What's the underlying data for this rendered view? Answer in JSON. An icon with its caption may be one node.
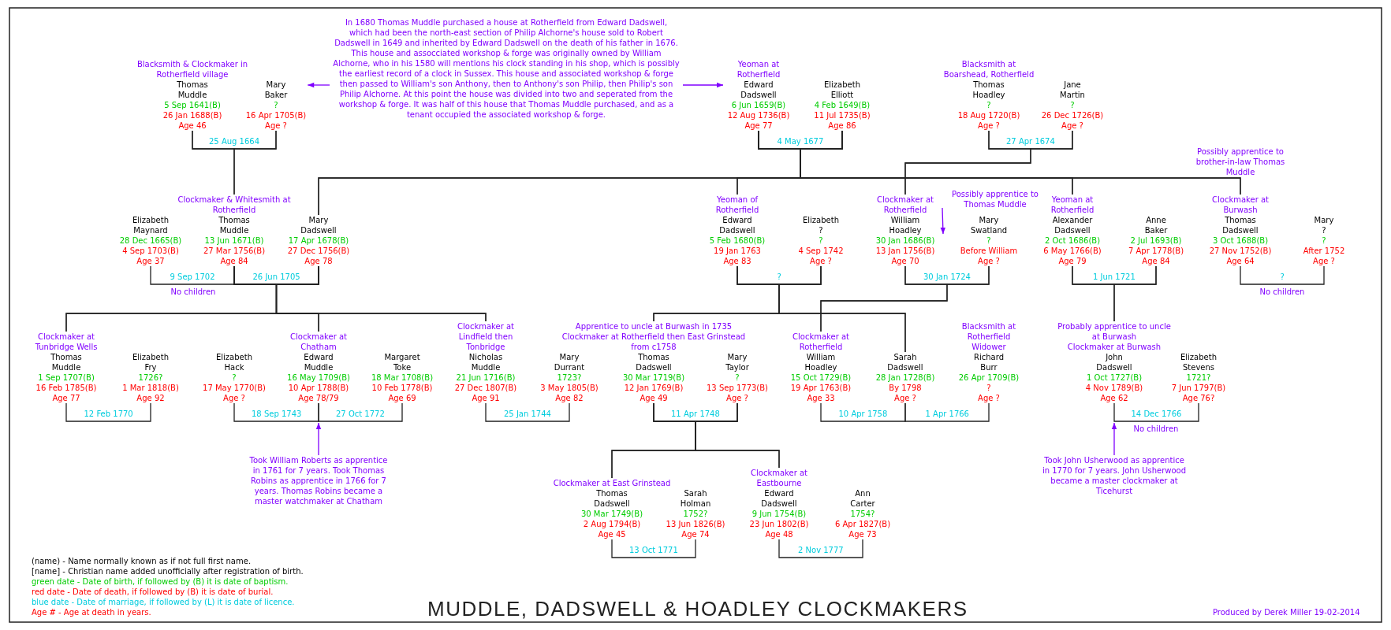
{
  "diagram": {
    "title": "MUDDLE, DADSWELL & HOADLEY CLOCKMAKERS",
    "nodes": [
      {
        "text": [
          "Blacksmith & Clockmaker in Rotherfield village",
          "Thomas Muddle",
          "5 Sep 1641(B)",
          "26 Jan 1688(B)",
          "Age 46"
        ]
      },
      {
        "text": [
          "Mary Baker",
          "?",
          "16 Apr 1705(B)",
          "Age ?"
        ]
      },
      {
        "text": [
          "In 1680 Thomas Muddle purchased a house at Rotherfield from Edward Dadswell, which had been the north-east section of Philip Alchorne's house sold to Robert Dadswell in 1649 and inherited by Edward Dadswell on the death of his father in 1676. This house and assocciated workshop & forge was originally owned by William Alchorne, who in his 1580 will mentions his clock standing in his shop, which is possibly the earliest record of a clock in Sussex. This house and associated workshop & forge then passed to William's son Anthony, then to Anthony's son Philip, then Philip's son Philip Alchorne. At this point the house was divided into two and seperated from the workshop & forge. It was half of this house that Thomas Muddle purchased, and as a tenant occupied the associated workshop & forge."
        ]
      },
      {
        "text": [
          "Yeoman at Rotherfield",
          "Edward Dadswell",
          "6 Jun 1659(B)",
          "12 Aug 1736(B)",
          "Age 77"
        ]
      },
      {
        "text": [
          "Elizabeth Elliott",
          "4 Feb 1649(B)",
          "11 Jul 1735(B)",
          "Age 86"
        ]
      },
      {
        "text": [
          "Blacksmith at Boarshead, Rotherfield",
          "Thomas Hoadley",
          "?",
          "18 Aug 1720(B)",
          "Age ?"
        ]
      },
      {
        "text": [
          "Jane Martin",
          "?",
          "26 Dec 1726(B)",
          "Age ?"
        ]
      },
      {
        "text": [
          "Elizabeth Maynard",
          "28 Dec 1665(B)",
          "4 Sep 1703(B)",
          "Age 37"
        ]
      },
      {
        "text": [
          "Clockmaker & Whitesmith at Rotherfield",
          "Thomas Muddle",
          "13 Jun 1671(B)",
          "27 Mar 1756(B)",
          "Age 84"
        ]
      },
      {
        "text": [
          "Mary Dadswell",
          "17 Apr 1678(B)",
          "27 Dec 1756(B)",
          "Age 78"
        ]
      },
      {
        "text": [
          "Yeoman of Rotherfield",
          "Edward Dadswell",
          "5 Feb 1680(B)",
          "19 Jan 1763",
          "Age 83"
        ]
      },
      {
        "text": [
          "Elizabeth ?",
          "?",
          "4 Sep 1742",
          "Age ?"
        ]
      },
      {
        "text": [
          "Possibly apprentice to Thomas Muddle"
        ]
      },
      {
        "text": [
          "Clockmaker at Rotherfield",
          "William Hoadley",
          "30 Jan 1686(B)",
          "13 Jan 1756(B)",
          "Age 70"
        ]
      },
      {
        "text": [
          "Mary Swatland",
          "?",
          "Before William",
          "Age ?"
        ]
      },
      {
        "text": [
          "Yeoman at Rotherfield",
          "Alexander Dadswell",
          "2 Oct 1686(B)",
          "6 May 1766(B)",
          "Age 79"
        ]
      },
      {
        "text": [
          "Anne Baker",
          "2 Jul 1693(B)",
          "7 Apr 1778(B)",
          "Age 84"
        ]
      },
      {
        "text": [
          "Clockmaker at Burwash",
          "Thomas Dadswell",
          "3 Oct 1688(B)",
          "27 Nov 1752(B)",
          "Age 64"
        ],
        "beside": [
          "Possibly apprentice to brother-in-law Thomas Muddle"
        ]
      },
      {
        "text": [
          "Mary ?",
          "?",
          "After 1752",
          "Age ?"
        ]
      },
      {
        "text": [
          "Clockmaker at Tunbridge Wells",
          "Thomas Muddle",
          "1 Sep 1707(B)",
          "16 Feb 1785(B)",
          "Age 77"
        ]
      },
      {
        "text": [
          "Elizabeth Fry",
          "1726?",
          "1 Mar 1818(B)",
          "Age 92"
        ]
      },
      {
        "text": [
          "Elizabeth Hack",
          "?",
          "17 May 1770(B)",
          "Age ?"
        ]
      },
      {
        "text": [
          "Clockmaker at Chatham",
          "Edward Muddle",
          "16 May 1709(B)",
          "10 Apr 1788(B)",
          "Age 78/79"
        ]
      },
      {
        "text": [
          "Margaret Toke",
          "18 Mar 1708(B)",
          "10 Feb 1778(B)",
          "Age 69"
        ]
      },
      {
        "text": [
          "Clockmaker at Lindfield then Tonbridge",
          "Nicholas Muddle",
          "21 Jun 1716(B)",
          "27 Dec 1807(B)",
          "Age 91"
        ]
      },
      {
        "text": [
          "Mary Durrant",
          "1723?",
          "3 May 1805(B)",
          "Age 82"
        ]
      },
      {
        "text": [
          "Apprentice to uncle at Burwash in 1735 Clockmaker at Rotherfield then East Grinstead from c1758",
          "Thomas Dadswell",
          "30 Mar 1719(B)",
          "12 Jan 1769(B)",
          "Age 49"
        ]
      },
      {
        "text": [
          "Mary Taylor",
          "?",
          "13 Sep 1773(B)",
          "Age ?"
        ]
      },
      {
        "text": [
          "Clockmaker at Rotherfield",
          "William Hoadley",
          "15 Oct 1729(B)",
          "19 Apr 1763(B)",
          "Age 33"
        ]
      },
      {
        "text": [
          "Sarah Dadswell",
          "28 Jan 1728(B)",
          "By 1798",
          "Age ?"
        ]
      },
      {
        "text": [
          "Blacksmith at Rotherfield Widower",
          "Richard Burr",
          "26 Apr 1709(B)",
          "?",
          "Age ?"
        ]
      },
      {
        "text": [
          "Probably apprentice to uncle at Burwash",
          "Clockmaker at Burwash",
          "John Dadswell",
          "1 Oct 1727(B)",
          "4 Nov 1789(B)",
          "Age 62"
        ]
      },
      {
        "text": [
          "Elizabeth Stevens",
          "1721?",
          "7 Jun 1797(B)",
          "Age 76?"
        ]
      },
      {
        "text": [
          "Took William Roberts as apprentice in 1761 for 7 years. Took Thomas Robins as apprentice in 1766 for 7 years. Thomas Robins became a master watchmaker at Chatham"
        ]
      },
      {
        "text": [
          "Took John Usherwood as apprentice in 1770 for 7 years. John Usherwood became a master clockmaker at Ticehurst"
        ]
      },
      {
        "text": [
          "Clockmaker at East Grinstead",
          "Thomas Dadswell",
          "30 Mar 1749(B)",
          "2 Aug 1794(B)",
          "Age 45"
        ]
      },
      {
        "text": [
          "Sarah Holman",
          "1752?",
          "13 Jun 1826(B)",
          "Age 74"
        ]
      },
      {
        "text": [
          "Clockmaker at Eastbourne",
          "Edward Dadswell",
          "9 Jun 1754(B)",
          "23 Jun 1802(B)",
          "Age 48"
        ]
      },
      {
        "text": [
          "Ann Carter",
          "1754?",
          "6 Apr 1827(B)",
          "Age 73"
        ]
      }
    ],
    "edges": [
      {
        "from": 0,
        "to": 1,
        "arrow": "none",
        "label": "25 Aug 1664"
      },
      {
        "from": 3,
        "to": 4,
        "arrow": "none",
        "label": "4 May 1677"
      },
      {
        "from": 5,
        "to": 6,
        "arrow": "none",
        "label": "27 Apr 1674"
      },
      {
        "from": 7,
        "to": 8,
        "arrow": "none",
        "label": "9 Sep 1702"
      },
      {
        "from": 8,
        "to": 9,
        "arrow": "none",
        "label": "26 Jun 1705"
      },
      {
        "from": 10,
        "to": 11,
        "arrow": "none",
        "label": "?"
      },
      {
        "from": 13,
        "to": 14,
        "arrow": "none",
        "label": "30 Jan 1724"
      },
      {
        "from": 15,
        "to": 16,
        "arrow": "none",
        "label": "1 Jun 1721"
      },
      {
        "from": 17,
        "to": 18,
        "arrow": "none",
        "label": "?"
      },
      {
        "from": 19,
        "to": 20,
        "arrow": "none",
        "label": "12 Feb 1770"
      },
      {
        "from": 21,
        "to": 22,
        "arrow": "none",
        "label": "18 Sep 1743"
      },
      {
        "from": 22,
        "to": 23,
        "arrow": "none",
        "label": "27 Oct 1772"
      },
      {
        "from": 24,
        "to": 25,
        "arrow": "none",
        "label": "25 Jan 1744"
      },
      {
        "from": 26,
        "to": 27,
        "arrow": "none",
        "label": "11 Apr 1748"
      },
      {
        "from": 28,
        "to": 29,
        "arrow": "none",
        "label": "10 Apr 1758"
      },
      {
        "from": 29,
        "to": 30,
        "arrow": "none",
        "label": "1 Apr 1766"
      },
      {
        "from": 31,
        "to": 32,
        "arrow": "none",
        "label": "14 Dec 1766"
      },
      {
        "from": 35,
        "to": 36,
        "arrow": "none",
        "label": "13 Oct 1771"
      },
      {
        "from": 37,
        "to": 38,
        "arrow": "none",
        "label": "2 Nov 1777"
      },
      {
        "from": 0,
        "to": 8,
        "arrow": "none"
      },
      {
        "from": 1,
        "to": 8,
        "arrow": "none"
      },
      {
        "from": 3,
        "to": 9,
        "arrow": "none"
      },
      {
        "from": 3,
        "to": 10,
        "arrow": "none"
      },
      {
        "from": 3,
        "to": 15,
        "arrow": "none"
      },
      {
        "from": 3,
        "to": 17,
        "arrow": "none"
      },
      {
        "from": 4,
        "to": 9,
        "arrow": "none"
      },
      {
        "from": 4,
        "to": 10,
        "arrow": "none"
      },
      {
        "from": 4,
        "to": 15,
        "arrow": "none"
      },
      {
        "from": 4,
        "to": 17,
        "arrow": "none"
      },
      {
        "from": 5,
        "to": 13,
        "arrow": "none"
      },
      {
        "from": 6,
        "to": 13,
        "arrow": "none"
      },
      {
        "from": 8,
        "to": 19,
        "arrow": "none"
      },
      {
        "from": 8,
        "to": 22,
        "arrow": "none"
      },
      {
        "from": 8,
        "to": 24,
        "arrow": "none"
      },
      {
        "from": 9,
        "to": 19,
        "arrow": "none"
      },
      {
        "from": 9,
        "to": 22,
        "arrow": "none"
      },
      {
        "from": 9,
        "to": 24,
        "arrow": "none"
      },
      {
        "from": 10,
        "to": 26,
        "arrow": "none"
      },
      {
        "from": 10,
        "to": 29,
        "arrow": "none"
      },
      {
        "from": 11,
        "to": 26,
        "arrow": "none"
      },
      {
        "from": 11,
        "to": 29,
        "arrow": "none"
      },
      {
        "from": 13,
        "to": 28,
        "arrow": "none"
      },
      {
        "from": 14,
        "to": 28,
        "arrow": "none"
      },
      {
        "from": 15,
        "to": 31,
        "arrow": "none"
      },
      {
        "from": 16,
        "to": 31,
        "arrow": "none"
      },
      {
        "from": 26,
        "to": 35,
        "arrow": "none"
      },
      {
        "from": 26,
        "to": 37,
        "arrow": "none"
      },
      {
        "from": 27,
        "to": 35,
        "arrow": "none"
      },
      {
        "from": 27,
        "to": 37,
        "arrow": "none"
      },
      {
        "from": 2,
        "to": 1,
        "arrow": "to",
        "color": "#8000ff"
      },
      {
        "from": 2,
        "to": 3,
        "arrow": "to",
        "color": "#8000ff"
      },
      {
        "from": 12,
        "to": 13,
        "arrow": "to",
        "color": "#8000ff"
      },
      {
        "from": 33,
        "to": 22,
        "arrow": "to",
        "color": "#8000ff"
      },
      {
        "from": 34,
        "to": 31,
        "arrow": "to",
        "color": "#8000ff"
      }
    ],
    "labels": [
      "No children",
      "No children",
      "No children",
      "(name) - Name normally known as if not full first name.",
      "[name] - Christian name added unofficially after registration of birth.",
      "green date - Date of birth, if followed by (B) it is date of baptism.",
      "red date - Date of death, if followed by (B) it is date of burial.",
      "blue date - Date of marriage, if followed by (L) it is date of licence.",
      "Age # - Age at death in years.",
      "Produced by Derek Miller 19-02-2014"
    ]
  }
}
